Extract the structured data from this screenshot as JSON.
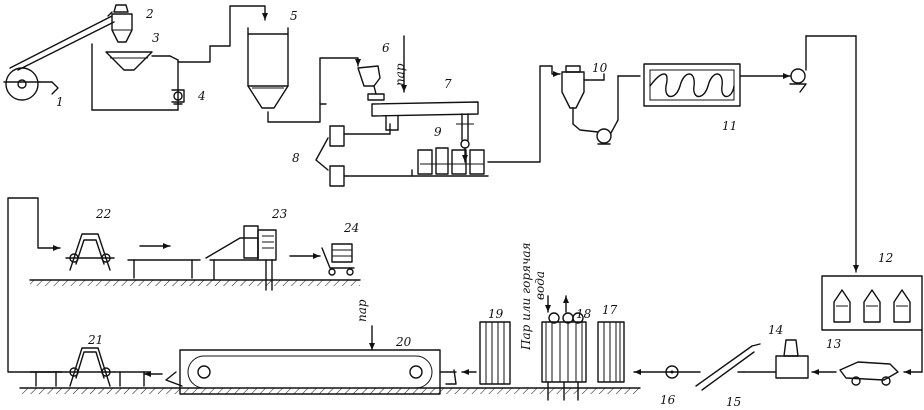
{
  "labels": {
    "steam": "пар",
    "steam_or_hot_water": "Пар или горячая",
    "water": "вода"
  },
  "numbers": {
    "n1": "1",
    "n2": "2",
    "n3": "3",
    "n4": "4",
    "n5": "5",
    "n6": "6",
    "n7": "7",
    "n8": "8",
    "n9": "9",
    "n10": "10",
    "n11": "11",
    "n12": "12",
    "n13": "13",
    "n14": "14",
    "n15": "15",
    "n16": "16",
    "n17": "17",
    "n18": "18",
    "n19": "19",
    "n20": "20",
    "n21": "21",
    "n22": "22",
    "n23": "23",
    "n24": "24"
  }
}
